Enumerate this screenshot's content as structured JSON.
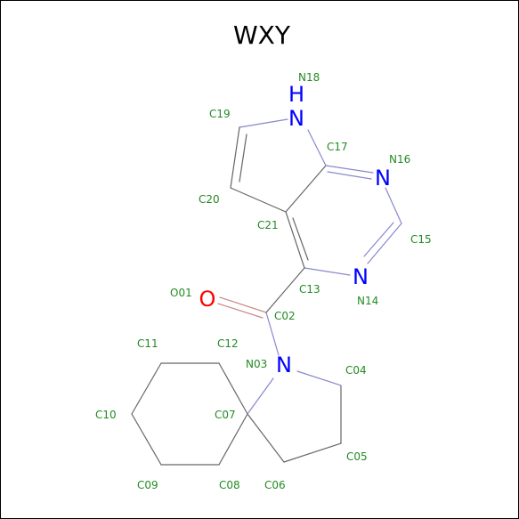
{
  "title": "WXY",
  "colors": {
    "carbon_bond": "#666666",
    "nitrogen": "#0000ff",
    "oxygen": "#ff0000",
    "label": "#228b22"
  },
  "heteroatoms": {
    "n03": "N",
    "n14": "N",
    "n16": "N",
    "n18": "N",
    "n18_h": "H",
    "o01": "O"
  },
  "atom_labels": {
    "o01": "O01",
    "c02": "C02",
    "n03": "N03",
    "c04": "C04",
    "c05": "C05",
    "c06": "C06",
    "c07": "C07",
    "c08": "C08",
    "c09": "C09",
    "c10": "C10",
    "c11": "C11",
    "c12": "C12",
    "c13": "C13",
    "n14": "N14",
    "c15": "C15",
    "n16": "N16",
    "c17": "C17",
    "n18": "N18",
    "c19": "C19",
    "c20": "C20",
    "c21": "C21"
  }
}
